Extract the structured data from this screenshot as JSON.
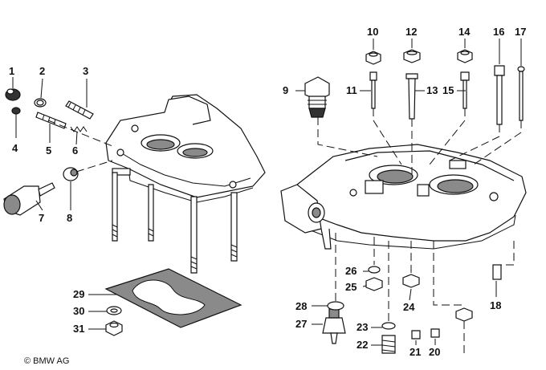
{
  "copyright": "© BMW AG",
  "callouts": [
    {
      "id": "1",
      "label": "1"
    },
    {
      "id": "2",
      "label": "2"
    },
    {
      "id": "3",
      "label": "3"
    },
    {
      "id": "4",
      "label": "4"
    },
    {
      "id": "5",
      "label": "5"
    },
    {
      "id": "6",
      "label": "6"
    },
    {
      "id": "7",
      "label": "7"
    },
    {
      "id": "8",
      "label": "8"
    },
    {
      "id": "9",
      "label": "9"
    },
    {
      "id": "10",
      "label": "10"
    },
    {
      "id": "11",
      "label": "11"
    },
    {
      "id": "12",
      "label": "12"
    },
    {
      "id": "13",
      "label": "13"
    },
    {
      "id": "14",
      "label": "14"
    },
    {
      "id": "15",
      "label": "15"
    },
    {
      "id": "16",
      "label": "16"
    },
    {
      "id": "17",
      "label": "17"
    },
    {
      "id": "18",
      "label": "18"
    },
    {
      "id": "20",
      "label": "20"
    },
    {
      "id": "21",
      "label": "21"
    },
    {
      "id": "22",
      "label": "22"
    },
    {
      "id": "23",
      "label": "23"
    },
    {
      "id": "24",
      "label": "24"
    },
    {
      "id": "25",
      "label": "25"
    },
    {
      "id": "26",
      "label": "26"
    },
    {
      "id": "27",
      "label": "27"
    },
    {
      "id": "28",
      "label": "28"
    },
    {
      "id": "29",
      "label": "29"
    },
    {
      "id": "30",
      "label": "30"
    },
    {
      "id": "31",
      "label": "31"
    }
  ]
}
